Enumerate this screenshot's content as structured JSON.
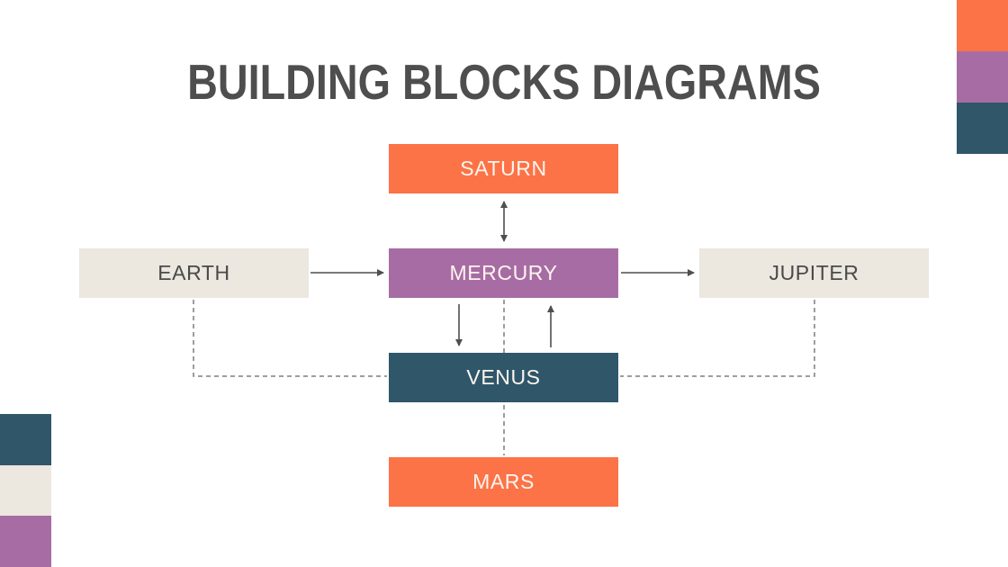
{
  "slide": {
    "title": "BUILDING BLOCKS DIAGRAMS",
    "background": "#FFFFFF"
  },
  "palette": {
    "orange": "#FC7347",
    "purple": "#A86CA4",
    "teal": "#30566A",
    "cream": "#ECE7DF",
    "title_text": "#4E4E4E",
    "dark_node_text": "#FCF5EE",
    "light_node_text": "#4A4A4A",
    "solid_line": "#4F4F4F",
    "dashed_line": "#7F7F7F"
  },
  "diagram": {
    "nodes": [
      {
        "id": "saturn",
        "label": "SATURN",
        "fill": "#FC7347",
        "text": "#FCF5EE"
      },
      {
        "id": "mercury",
        "label": "MERCURY",
        "fill": "#A86CA4",
        "text": "#FCF5EE"
      },
      {
        "id": "earth",
        "label": "EARTH",
        "fill": "#ECE7DF",
        "text": "#4A4A4A"
      },
      {
        "id": "jupiter",
        "label": "JUPITER",
        "fill": "#ECE7DF",
        "text": "#4A4A4A"
      },
      {
        "id": "venus",
        "label": "VENUS",
        "fill": "#30566A",
        "text": "#FCF5EE"
      },
      {
        "id": "mars",
        "label": "MARS",
        "fill": "#FC7347",
        "text": "#FCF5EE"
      }
    ],
    "connections": [
      {
        "from": "saturn",
        "to": "mercury",
        "style": "solid",
        "arrows": "both"
      },
      {
        "from": "earth",
        "to": "mercury",
        "style": "solid",
        "arrows": "end"
      },
      {
        "from": "mercury",
        "to": "jupiter",
        "style": "solid",
        "arrows": "end"
      },
      {
        "from": "mercury",
        "to": "venus",
        "style": "solid",
        "arrows": "end"
      },
      {
        "from": "venus",
        "to": "mercury",
        "style": "solid",
        "arrows": "end"
      },
      {
        "from": "mercury",
        "to": "mars",
        "style": "dashed",
        "arrows": "none",
        "route": "straight-through-venus"
      },
      {
        "from": "earth",
        "to": "venus",
        "style": "dashed",
        "arrows": "none",
        "route": "elbow"
      },
      {
        "from": "jupiter",
        "to": "venus",
        "style": "dashed",
        "arrows": "none",
        "route": "elbow"
      }
    ],
    "corner_accents": {
      "top_right": [
        "#FC7347",
        "#A86CA4",
        "#30566A"
      ],
      "bottom_left": [
        "#30566A",
        "#ECE7DF",
        "#A86CA4"
      ]
    }
  }
}
